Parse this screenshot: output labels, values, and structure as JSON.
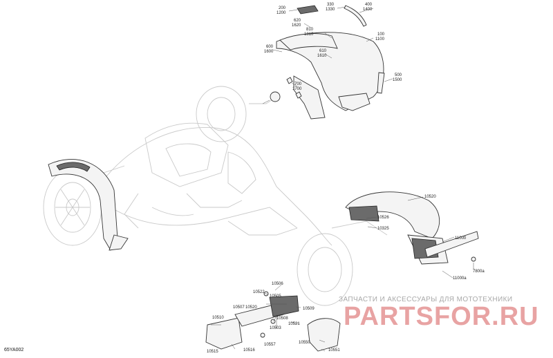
{
  "reference_code": "65YA002",
  "watermark": {
    "tagline": "ЗАПЧАСТИ И АКСЕССУАРЫ ДЛЯ МОТОТЕХНИКИ",
    "logo": "PARTSFOR.RU"
  },
  "callouts": {
    "c200": "200",
    "c1200": "1200",
    "c330": "330",
    "c1330": "1330",
    "c400": "400",
    "c1400": "1400",
    "c620": "620",
    "c1620": "1620",
    "c610": "610",
    "c1610": "1610",
    "c100": "100",
    "c1100": "1100",
    "c600": "600",
    "c1600": "1600",
    "c810": "810",
    "c1810": "1810",
    "c500": "500",
    "c1500": "1500",
    "c700": "700",
    "c1700": "1700",
    "c10520": "10520",
    "c10526": "10526",
    "c10325": "10325",
    "c11000": "11000",
    "c7800a": "7800a",
    "c11000a": "11000a",
    "c10506": "10506",
    "c10522": "10522",
    "c10505": "10505",
    "c10507": "10507",
    "c10520b": "10520",
    "c10509": "10509",
    "c10510": "10510",
    "c10508": "10508",
    "c10521": "10521",
    "c10503": "10503",
    "c10550": "10550",
    "c10515": "10515",
    "c10516": "10516",
    "c10557": "10557",
    "c10551": "10551"
  }
}
